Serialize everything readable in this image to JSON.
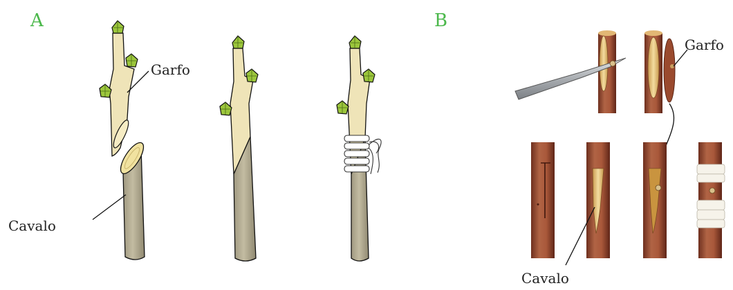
{
  "panels": {
    "a": {
      "letter": "A",
      "label_scion": "Garfo",
      "label_rootstock": "Cavalo"
    },
    "b": {
      "letter": "B",
      "label_scion": "Garfo",
      "label_rootstock": "Cavalo"
    }
  },
  "colors": {
    "panel_letter": "#4bb84b",
    "scion_wood": "#efe4b8",
    "rootstock_wood": "#b5ad93",
    "bud": "#9cc63c",
    "bark": "#a4563a",
    "cut_wood": "#e9cc8a",
    "tie": "#ffffff",
    "blade": "#b9bcbf"
  }
}
